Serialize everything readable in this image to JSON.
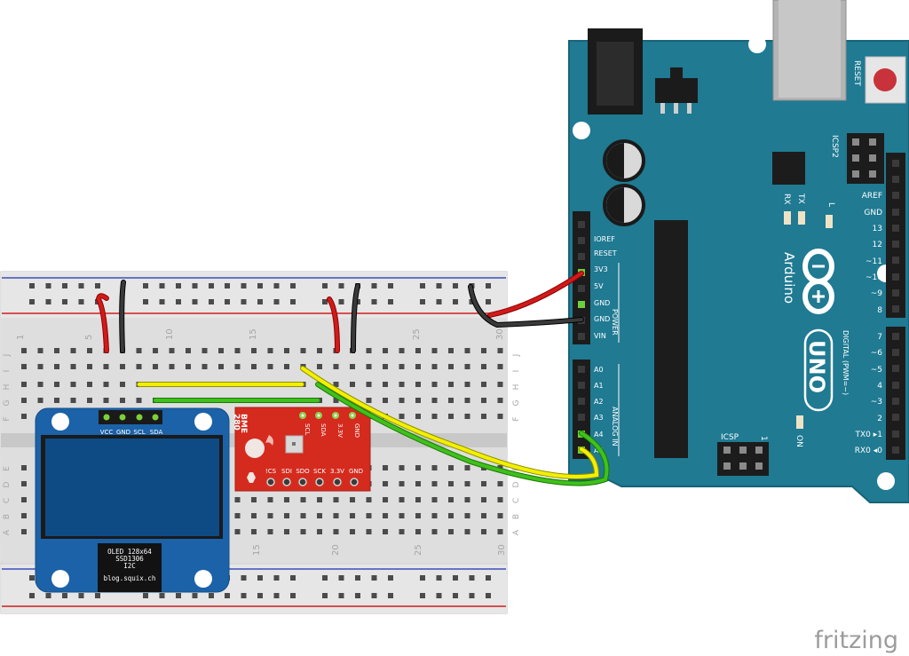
{
  "breadboard": {
    "row_numbers": [
      "1",
      "5",
      "10",
      "15",
      "20",
      "25",
      "30"
    ],
    "row_letters_top": [
      "J",
      "I",
      "H",
      "G",
      "F"
    ],
    "row_letters_bottom": [
      "E",
      "D",
      "C",
      "B",
      "A"
    ]
  },
  "oled": {
    "pins": [
      "VCC",
      "GND",
      "SCL",
      "SDA"
    ],
    "label_line1": "OLED 128x64",
    "label_line2": "SSD1306",
    "label_line3": "I2C",
    "label_url": "blog.squix.ch"
  },
  "bme280": {
    "name_line1": "BME",
    "name_line2": "280",
    "top_pins": [
      "SCL",
      "SDA",
      "3.3V",
      "GND"
    ],
    "bottom_pins": [
      "!CS",
      "SDI",
      "SDO",
      "SCK",
      "3.3V",
      "GND"
    ]
  },
  "arduino": {
    "brand": "Arduino",
    "model": "UNO",
    "reset_label": "RESET",
    "icsp2_label": "ICSP2",
    "icsp_label": "ICSP",
    "icsp_num": "1",
    "tx_label": "TX",
    "rx_label": "RX",
    "l_label": "L",
    "on_label": "ON",
    "aref_label": "AREF",
    "gnd_label": "GND",
    "digital_label": "DIGITAL (PWM=~)",
    "power_label": "POWER",
    "analog_label": "ANALOG IN",
    "power_pins": [
      "IOREF",
      "RESET",
      "3V3",
      "5V",
      "GND",
      "GND",
      "VIN"
    ],
    "analog_pins": [
      "A0",
      "A1",
      "A2",
      "A3",
      "A4",
      "A5"
    ],
    "digital_top": [
      "13",
      "12",
      "~11",
      "~10",
      "~9",
      "8"
    ],
    "digital_bottom": [
      "7",
      "~6",
      "~5",
      "4",
      "~3",
      "2",
      "TX0 ▸1",
      "RX0 ◂0"
    ]
  },
  "watermark": "fritzing"
}
